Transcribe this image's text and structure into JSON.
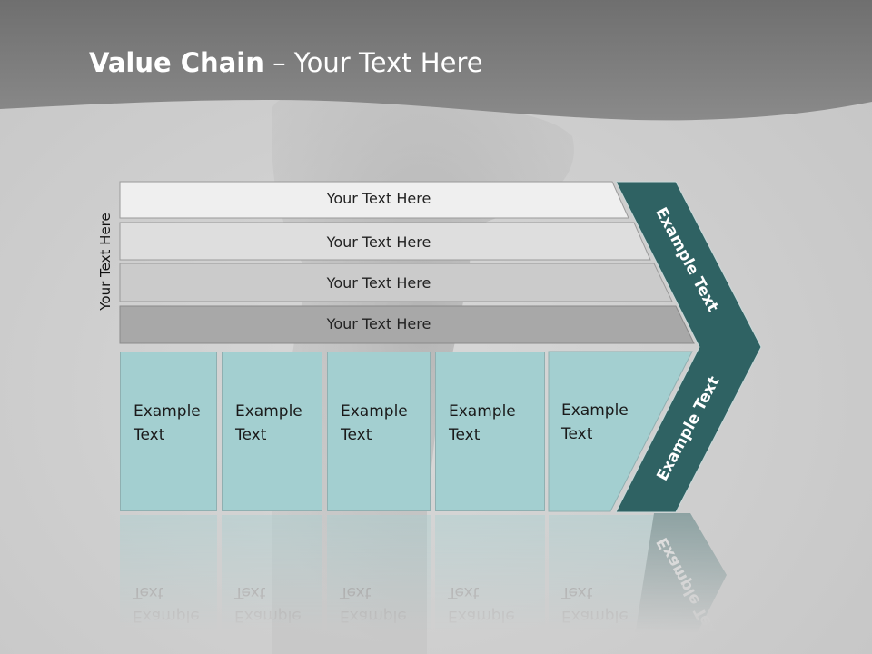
{
  "header": {
    "title_bold": "Value Chain",
    "title_rest": " – Your Text Here"
  },
  "side_label": "Your Text Here",
  "bars": [
    {
      "label": "Your Text Here",
      "color": "#efefef"
    },
    {
      "label": "Your Text Here",
      "color": "#dedede"
    },
    {
      "label": "Your Text Here",
      "color": "#cbcbcb"
    },
    {
      "label": "Your Text Here",
      "color": "#a8a8a8"
    }
  ],
  "boxes": [
    {
      "label": "Example\nText"
    },
    {
      "label": "Example\nText"
    },
    {
      "label": "Example\nText"
    },
    {
      "label": "Example\nText"
    },
    {
      "label": "Example\nText"
    }
  ],
  "chevron": {
    "upper_label": "Example Text",
    "lower_label": "Example Text",
    "color": "#2f6263"
  },
  "colors": {
    "header_band": "#7a7a7a",
    "box_fill": "#a3cfd0"
  }
}
